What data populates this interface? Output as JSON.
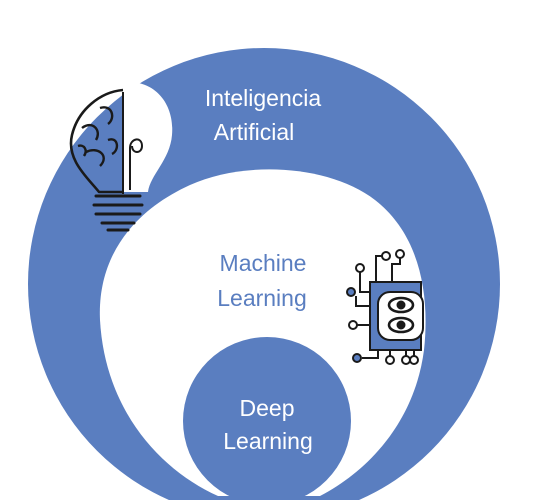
{
  "diagram": {
    "outer": {
      "line1": "Inteligencia",
      "line2": "Artificial"
    },
    "middle": {
      "line1": "Machine",
      "line2": "Learning"
    },
    "inner": {
      "line1": "Deep",
      "line2": "Learning"
    }
  },
  "colors": {
    "blue": "#5a7ec0",
    "white": "#ffffff",
    "ink": "#1a1a1a"
  },
  "icons": [
    "lightbulb-brain-icon",
    "robot-eyes-icon"
  ]
}
